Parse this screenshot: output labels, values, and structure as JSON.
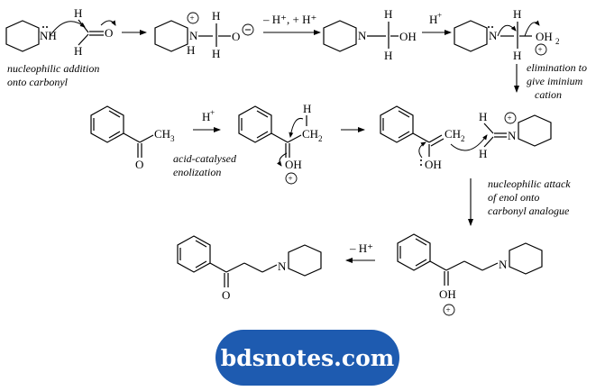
{
  "banner": {
    "text": "bdsnotes.com",
    "background": "#1e5bb0"
  },
  "labels": {
    "nh": "NH",
    "h": "H",
    "o": "O",
    "n": "N",
    "oh": "OH",
    "oh2": "OH",
    "oh2_sub": "2",
    "ch3": "CH",
    "ch3_sub": "3",
    "ch2": "CH",
    "ch2_sub": "2",
    "h_plus": "H",
    "plus_sign": "+",
    "minus_h_plus_h": "– H⁺, + H⁺",
    "minus_h": "– H⁺"
  },
  "captions": {
    "nucleophilic_addition": [
      "nucleophilic addition",
      "onto carbonyl"
    ],
    "elimination": [
      "elimination to",
      "give iminium",
      "cation"
    ],
    "acid_enolization": [
      "acid-catalysed",
      "enolization"
    ],
    "nucleophilic_attack": [
      "nucleophilic attack",
      "of enol onto",
      "carbonyl analogue"
    ]
  }
}
